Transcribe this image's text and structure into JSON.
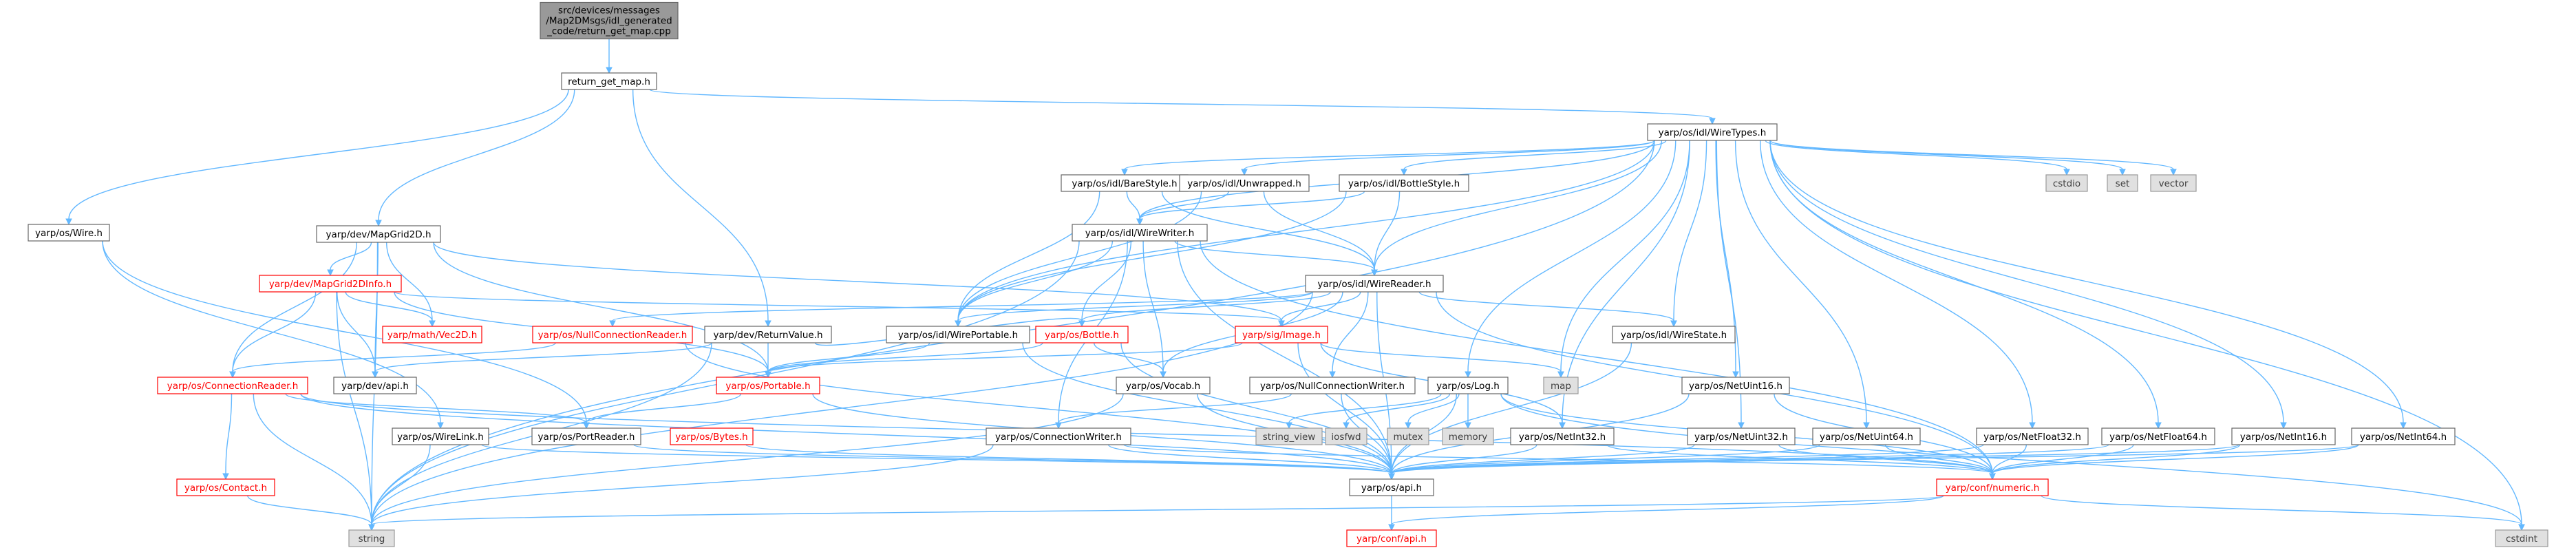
{
  "graph": {
    "title": "",
    "colors": {
      "edge": "#63b8ff",
      "root_fill": "#999999",
      "root_border": "#666666",
      "normal_fill": "#ffffff",
      "normal_border": "#666666",
      "normal_text": "#000000",
      "truncated_border": "#ff0000",
      "truncated_text": "#ff0000",
      "external_fill": "#e0e0e0",
      "external_border": "#999999",
      "external_text": "#404040"
    },
    "nodes": [
      {
        "id": "root",
        "kind": "root",
        "lines": [
          "src/devices/messages",
          "/Map2DMsgs/idl_generated",
          "_code/return_get_map.cpp"
        ]
      },
      {
        "id": "return_get_map_h",
        "kind": "normal",
        "lines": [
          "return_get_map.h"
        ]
      },
      {
        "id": "WireTypes_h",
        "kind": "normal",
        "lines": [
          "yarp/os/idl/WireTypes.h"
        ]
      },
      {
        "id": "Wire_h",
        "kind": "normal",
        "lines": [
          "yarp/os/Wire.h"
        ]
      },
      {
        "id": "MapGrid2D_h",
        "kind": "normal",
        "lines": [
          "yarp/dev/MapGrid2D.h"
        ]
      },
      {
        "id": "BareStyle_h",
        "kind": "normal",
        "lines": [
          "yarp/os/idl/BareStyle.h"
        ]
      },
      {
        "id": "Unwrapped_h",
        "kind": "normal",
        "lines": [
          "yarp/os/idl/Unwrapped.h"
        ]
      },
      {
        "id": "BottleStyle_h",
        "kind": "normal",
        "lines": [
          "yarp/os/idl/BottleStyle.h"
        ]
      },
      {
        "id": "cstdio",
        "kind": "external",
        "lines": [
          "cstdio"
        ]
      },
      {
        "id": "set",
        "kind": "external",
        "lines": [
          "set"
        ]
      },
      {
        "id": "vector",
        "kind": "external",
        "lines": [
          "vector"
        ]
      },
      {
        "id": "WireWriter_h",
        "kind": "normal",
        "lines": [
          "yarp/os/idl/WireWriter.h"
        ]
      },
      {
        "id": "MapGrid2DInfo_h",
        "kind": "truncated",
        "lines": [
          "yarp/dev/MapGrid2DInfo.h"
        ]
      },
      {
        "id": "WireReader_h",
        "kind": "normal",
        "lines": [
          "yarp/os/idl/WireReader.h"
        ]
      },
      {
        "id": "NullConnectionReader_h",
        "kind": "truncated",
        "lines": [
          "yarp/os/NullConnectionReader.h"
        ]
      },
      {
        "id": "Vec2D_h",
        "kind": "truncated",
        "lines": [
          "yarp/math/Vec2D.h"
        ]
      },
      {
        "id": "ReturnValue_h",
        "kind": "normal",
        "lines": [
          "yarp/dev/ReturnValue.h"
        ]
      },
      {
        "id": "WirePortable_h",
        "kind": "normal",
        "lines": [
          "yarp/os/idl/WirePortable.h"
        ]
      },
      {
        "id": "Bottle_h",
        "kind": "truncated",
        "lines": [
          "yarp/os/Bottle.h"
        ]
      },
      {
        "id": "Image_h",
        "kind": "truncated",
        "lines": [
          "yarp/sig/Image.h"
        ]
      },
      {
        "id": "WireState_h",
        "kind": "normal",
        "lines": [
          "yarp/os/idl/WireState.h"
        ]
      },
      {
        "id": "ConnectionReader_h",
        "kind": "truncated",
        "lines": [
          "yarp/os/ConnectionReader.h"
        ]
      },
      {
        "id": "dev_api_h",
        "kind": "normal",
        "lines": [
          "yarp/dev/api.h"
        ]
      },
      {
        "id": "Portable_h",
        "kind": "truncated",
        "lines": [
          "yarp/os/Portable.h"
        ]
      },
      {
        "id": "Vocab_h",
        "kind": "normal",
        "lines": [
          "yarp/os/Vocab.h"
        ]
      },
      {
        "id": "NullConnectionWriter_h",
        "kind": "normal",
        "lines": [
          "yarp/os/NullConnectionWriter.h"
        ]
      },
      {
        "id": "Log_h",
        "kind": "normal",
        "lines": [
          "yarp/os/Log.h"
        ]
      },
      {
        "id": "map",
        "kind": "external",
        "lines": [
          "map"
        ]
      },
      {
        "id": "NetUint16_h",
        "kind": "normal",
        "lines": [
          "yarp/os/NetUint16.h"
        ]
      },
      {
        "id": "WireLink_h",
        "kind": "normal",
        "lines": [
          "yarp/os/WireLink.h"
        ]
      },
      {
        "id": "PortReader_h",
        "kind": "normal",
        "lines": [
          "yarp/os/PortReader.h"
        ]
      },
      {
        "id": "Bytes_h",
        "kind": "truncated",
        "lines": [
          "yarp/os/Bytes.h"
        ]
      },
      {
        "id": "ConnectionWriter_h",
        "kind": "normal",
        "lines": [
          "yarp/os/ConnectionWriter.h"
        ]
      },
      {
        "id": "string_view",
        "kind": "external",
        "lines": [
          "string_view"
        ]
      },
      {
        "id": "iosfwd",
        "kind": "external",
        "lines": [
          "iosfwd"
        ]
      },
      {
        "id": "mutex",
        "kind": "external",
        "lines": [
          "mutex"
        ]
      },
      {
        "id": "memory",
        "kind": "external",
        "lines": [
          "memory"
        ]
      },
      {
        "id": "NetInt32_h",
        "kind": "normal",
        "lines": [
          "yarp/os/NetInt32.h"
        ]
      },
      {
        "id": "NetUint32_h",
        "kind": "normal",
        "lines": [
          "yarp/os/NetUint32.h"
        ]
      },
      {
        "id": "NetUint64_h",
        "kind": "normal",
        "lines": [
          "yarp/os/NetUint64.h"
        ]
      },
      {
        "id": "NetFloat32_h",
        "kind": "normal",
        "lines": [
          "yarp/os/NetFloat32.h"
        ]
      },
      {
        "id": "NetFloat64_h",
        "kind": "normal",
        "lines": [
          "yarp/os/NetFloat64.h"
        ]
      },
      {
        "id": "NetInt16_h",
        "kind": "normal",
        "lines": [
          "yarp/os/NetInt16.h"
        ]
      },
      {
        "id": "NetInt64_h",
        "kind": "normal",
        "lines": [
          "yarp/os/NetInt64.h"
        ]
      },
      {
        "id": "Contact_h",
        "kind": "truncated",
        "lines": [
          "yarp/os/Contact.h"
        ]
      },
      {
        "id": "os_api_h",
        "kind": "normal",
        "lines": [
          "yarp/os/api.h"
        ]
      },
      {
        "id": "numeric_h",
        "kind": "truncated",
        "lines": [
          "yarp/conf/numeric.h"
        ]
      },
      {
        "id": "string",
        "kind": "external",
        "lines": [
          "string"
        ]
      },
      {
        "id": "conf_api_h",
        "kind": "truncated",
        "lines": [
          "yarp/conf/api.h"
        ]
      },
      {
        "id": "cstdint",
        "kind": "external",
        "lines": [
          "cstdint"
        ]
      }
    ],
    "edges": [
      [
        "root",
        "return_get_map_h"
      ],
      [
        "return_get_map_h",
        "WireTypes_h"
      ],
      [
        "return_get_map_h",
        "Wire_h"
      ],
      [
        "return_get_map_h",
        "MapGrid2D_h"
      ],
      [
        "return_get_map_h",
        "ReturnValue_h"
      ],
      [
        "WireTypes_h",
        "BareStyle_h"
      ],
      [
        "WireTypes_h",
        "Unwrapped_h"
      ],
      [
        "WireTypes_h",
        "BottleStyle_h"
      ],
      [
        "WireTypes_h",
        "cstdio"
      ],
      [
        "WireTypes_h",
        "set"
      ],
      [
        "WireTypes_h",
        "vector"
      ],
      [
        "WireTypes_h",
        "WireWriter_h"
      ],
      [
        "WireTypes_h",
        "WireReader_h"
      ],
      [
        "WireTypes_h",
        "WirePortable_h"
      ],
      [
        "WireTypes_h",
        "WireState_h"
      ],
      [
        "WireTypes_h",
        "Log_h"
      ],
      [
        "WireTypes_h",
        "map"
      ],
      [
        "WireTypes_h",
        "NetUint16_h"
      ],
      [
        "WireTypes_h",
        "NetInt32_h"
      ],
      [
        "WireTypes_h",
        "NetUint32_h"
      ],
      [
        "WireTypes_h",
        "NetUint64_h"
      ],
      [
        "WireTypes_h",
        "NetFloat32_h"
      ],
      [
        "WireTypes_h",
        "NetFloat64_h"
      ],
      [
        "WireTypes_h",
        "NetInt16_h"
      ],
      [
        "WireTypes_h",
        "NetInt64_h"
      ],
      [
        "WireTypes_h",
        "string"
      ],
      [
        "WireTypes_h",
        "cstdint"
      ],
      [
        "Wire_h",
        "WireLink_h"
      ],
      [
        "Wire_h",
        "PortReader_h"
      ],
      [
        "MapGrid2D_h",
        "MapGrid2DInfo_h"
      ],
      [
        "MapGrid2D_h",
        "Vec2D_h"
      ],
      [
        "MapGrid2D_h",
        "Image_h"
      ],
      [
        "MapGrid2D_h",
        "ConnectionReader_h"
      ],
      [
        "MapGrid2D_h",
        "dev_api_h"
      ],
      [
        "MapGrid2D_h",
        "Portable_h"
      ],
      [
        "MapGrid2D_h",
        "string"
      ],
      [
        "MapGrid2DInfo_h",
        "Vec2D_h"
      ],
      [
        "MapGrid2DInfo_h",
        "Image_h"
      ],
      [
        "MapGrid2DInfo_h",
        "ConnectionReader_h"
      ],
      [
        "MapGrid2DInfo_h",
        "dev_api_h"
      ],
      [
        "MapGrid2DInfo_h",
        "Portable_h"
      ],
      [
        "MapGrid2DInfo_h",
        "string"
      ],
      [
        "BareStyle_h",
        "WireWriter_h"
      ],
      [
        "BareStyle_h",
        "WireReader_h"
      ],
      [
        "BareStyle_h",
        "WirePortable_h"
      ],
      [
        "Unwrapped_h",
        "WireWriter_h"
      ],
      [
        "Unwrapped_h",
        "WireReader_h"
      ],
      [
        "Unwrapped_h",
        "WirePortable_h"
      ],
      [
        "BottleStyle_h",
        "WireWriter_h"
      ],
      [
        "BottleStyle_h",
        "WireReader_h"
      ],
      [
        "BottleStyle_h",
        "WirePortable_h"
      ],
      [
        "WireWriter_h",
        "WireReader_h"
      ],
      [
        "WireWriter_h",
        "WirePortable_h"
      ],
      [
        "WireWriter_h",
        "Bottle_h"
      ],
      [
        "WireWriter_h",
        "Vocab_h"
      ],
      [
        "WireWriter_h",
        "ConnectionWriter_h"
      ],
      [
        "WireWriter_h",
        "os_api_h"
      ],
      [
        "WireWriter_h",
        "numeric_h"
      ],
      [
        "WireWriter_h",
        "string"
      ],
      [
        "WireReader_h",
        "NullConnectionReader_h"
      ],
      [
        "WireReader_h",
        "WirePortable_h"
      ],
      [
        "WireReader_h",
        "Bottle_h"
      ],
      [
        "WireReader_h",
        "Image_h"
      ],
      [
        "WireReader_h",
        "WireState_h"
      ],
      [
        "WireReader_h",
        "Vocab_h"
      ],
      [
        "WireReader_h",
        "NullConnectionWriter_h"
      ],
      [
        "WireReader_h",
        "os_api_h"
      ],
      [
        "WireReader_h",
        "numeric_h"
      ],
      [
        "WireReader_h",
        "string"
      ],
      [
        "NullConnectionReader_h",
        "ConnectionReader_h"
      ],
      [
        "NullConnectionReader_h",
        "os_api_h"
      ],
      [
        "ReturnValue_h",
        "Portable_h"
      ],
      [
        "ReturnValue_h",
        "dev_api_h"
      ],
      [
        "ReturnValue_h",
        "string"
      ],
      [
        "ReturnValue_h",
        "Bottle_h"
      ],
      [
        "WirePortable_h",
        "Portable_h"
      ],
      [
        "WirePortable_h",
        "os_api_h"
      ],
      [
        "Bottle_h",
        "Portable_h"
      ],
      [
        "Bottle_h",
        "Vocab_h"
      ],
      [
        "Bottle_h",
        "os_api_h"
      ],
      [
        "Image_h",
        "Portable_h"
      ],
      [
        "Image_h",
        "NetInt32_h"
      ],
      [
        "Image_h",
        "map"
      ],
      [
        "Image_h",
        "os_api_h"
      ],
      [
        "WireState_h",
        "os_api_h"
      ],
      [
        "ConnectionReader_h",
        "Contact_h"
      ],
      [
        "ConnectionReader_h",
        "PortReader_h"
      ],
      [
        "ConnectionReader_h",
        "os_api_h"
      ],
      [
        "ConnectionReader_h",
        "string"
      ],
      [
        "ConnectionReader_h",
        "numeric_h"
      ],
      [
        "Portable_h",
        "PortReader_h"
      ],
      [
        "Portable_h",
        "os_api_h"
      ],
      [
        "Vocab_h",
        "os_api_h"
      ],
      [
        "Vocab_h",
        "string"
      ],
      [
        "NullConnectionWriter_h",
        "ConnectionWriter_h"
      ],
      [
        "NullConnectionWriter_h",
        "os_api_h"
      ],
      [
        "Log_h",
        "os_api_h"
      ],
      [
        "Log_h",
        "numeric_h"
      ],
      [
        "Log_h",
        "string_view"
      ],
      [
        "Log_h",
        "iosfwd"
      ],
      [
        "Log_h",
        "mutex"
      ],
      [
        "Log_h",
        "memory"
      ],
      [
        "Log_h",
        "cstdint"
      ],
      [
        "NetUint16_h",
        "os_api_h"
      ],
      [
        "NetUint16_h",
        "numeric_h"
      ],
      [
        "WireLink_h",
        "os_api_h"
      ],
      [
        "WireLink_h",
        "string"
      ],
      [
        "PortReader_h",
        "os_api_h"
      ],
      [
        "Bytes_h",
        "os_api_h"
      ],
      [
        "ConnectionWriter_h",
        "os_api_h"
      ],
      [
        "ConnectionWriter_h",
        "numeric_h"
      ],
      [
        "ConnectionWriter_h",
        "string"
      ],
      [
        "NetInt32_h",
        "os_api_h"
      ],
      [
        "NetInt32_h",
        "numeric_h"
      ],
      [
        "NetUint32_h",
        "os_api_h"
      ],
      [
        "NetUint32_h",
        "numeric_h"
      ],
      [
        "NetUint64_h",
        "os_api_h"
      ],
      [
        "NetUint64_h",
        "numeric_h"
      ],
      [
        "NetFloat32_h",
        "os_api_h"
      ],
      [
        "NetFloat32_h",
        "numeric_h"
      ],
      [
        "NetFloat64_h",
        "os_api_h"
      ],
      [
        "NetFloat64_h",
        "numeric_h"
      ],
      [
        "NetInt16_h",
        "os_api_h"
      ],
      [
        "NetInt16_h",
        "numeric_h"
      ],
      [
        "NetInt64_h",
        "os_api_h"
      ],
      [
        "NetInt64_h",
        "numeric_h"
      ],
      [
        "Contact_h",
        "string"
      ],
      [
        "os_api_h",
        "conf_api_h"
      ],
      [
        "numeric_h",
        "conf_api_h"
      ],
      [
        "numeric_h",
        "cstdint"
      ],
      [
        "numeric_h",
        "string"
      ]
    ]
  }
}
